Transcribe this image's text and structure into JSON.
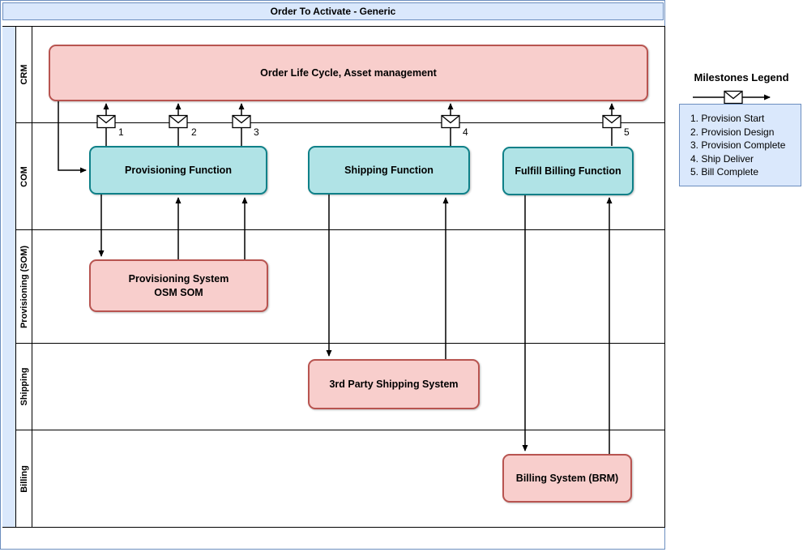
{
  "title": "Order To Activate - Generic",
  "colors": {
    "header_fill": "#dae8fc",
    "header_stroke": "#6c8ebf",
    "pink_fill": "#f8cecc",
    "pink_stroke": "#b85450",
    "teal_fill": "#b0e3e6",
    "teal_stroke": "#0e8088",
    "line": "#000000"
  },
  "lanes": [
    {
      "label": "CRM"
    },
    {
      "label": "COM"
    },
    {
      "label": "Provisioning (SOM)"
    },
    {
      "label": "Shipping"
    },
    {
      "label": "Billing"
    }
  ],
  "nodes": [
    {
      "id": "order-lifecycle",
      "label": "Order Life Cycle, Asset management",
      "lane": "CRM",
      "style": "pink"
    },
    {
      "id": "provisioning-function",
      "label": "Provisioning Function",
      "lane": "COM",
      "style": "teal"
    },
    {
      "id": "shipping-function",
      "label": "Shipping Function",
      "lane": "COM",
      "style": "teal"
    },
    {
      "id": "fulfill-billing-function",
      "label": "Fulfill Billing Function",
      "lane": "COM",
      "style": "teal"
    },
    {
      "id": "provisioning-system",
      "label": "Provisioning System",
      "label2": "OSM SOM",
      "lane": "Provisioning (SOM)",
      "style": "pink"
    },
    {
      "id": "shipping-system",
      "label": "3rd Party Shipping System",
      "lane": "Shipping",
      "style": "pink"
    },
    {
      "id": "billing-system",
      "label": "Billing System (BRM)",
      "lane": "Billing",
      "style": "pink"
    }
  ],
  "milestones": [
    "1",
    "2",
    "3",
    "4",
    "5"
  ],
  "icons": {
    "milestone": "message-envelope-icon"
  },
  "legend": {
    "title": "Milestones Legend",
    "items": [
      "1. Provision Start",
      "2. Provision Design",
      "3. Provision Complete",
      "4. Ship Deliver",
      "5. Bill Complete"
    ]
  }
}
